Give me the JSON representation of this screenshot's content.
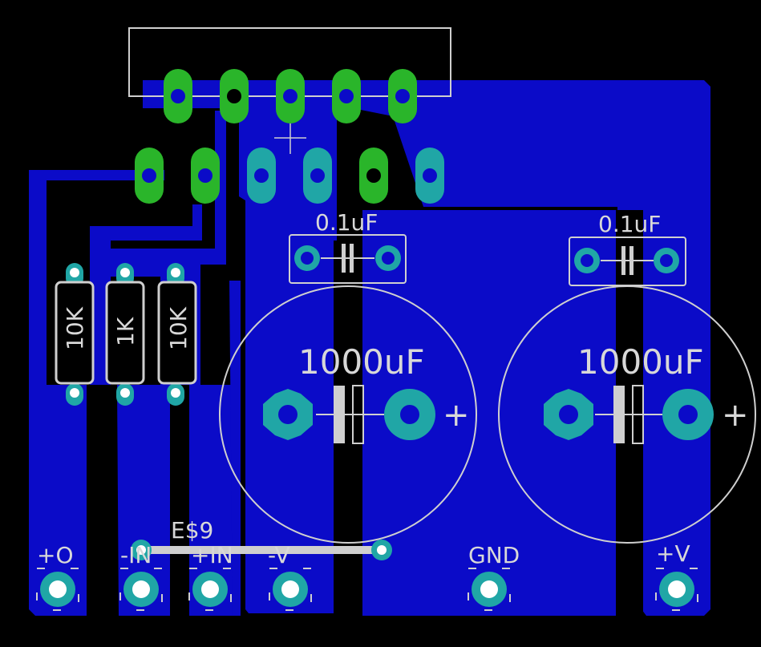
{
  "colors": {
    "background": "#000000",
    "copper_bottom": "#0b0bc8",
    "pad": "#20a6a6",
    "pad_top_layer": "#2ab52a",
    "silkscreen": "#d8d8d8",
    "outline": "#cfcfcf"
  },
  "components": {
    "c1_value": "0.1uF",
    "c2_value": "0.1uF",
    "c3_value": "1000uF",
    "c4_value": "1000uF",
    "c3_polarity": "+",
    "c4_polarity": "+",
    "r1_value": "10K",
    "r2_value": "1K",
    "r3_value": "10K",
    "wire_label": "E$9"
  },
  "connectors": {
    "out": "+O",
    "in_minus": "-IN",
    "in_plus": "+IN",
    "v_minus": "-V",
    "gnd": "GND",
    "v_plus": "+V"
  }
}
